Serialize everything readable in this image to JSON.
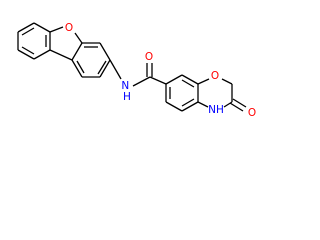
{
  "molecule": {
    "atoms": {
      "furan_o": "O",
      "carbonyl_o_amide": "O",
      "ring_o": "O",
      "lactam_o": "O",
      "amide_nh": "N\nH",
      "lactam_nh": "NH"
    },
    "colors": {
      "bond": "#000000",
      "oxygen": "#ff0000",
      "nitrogen": "#0000ff"
    }
  }
}
